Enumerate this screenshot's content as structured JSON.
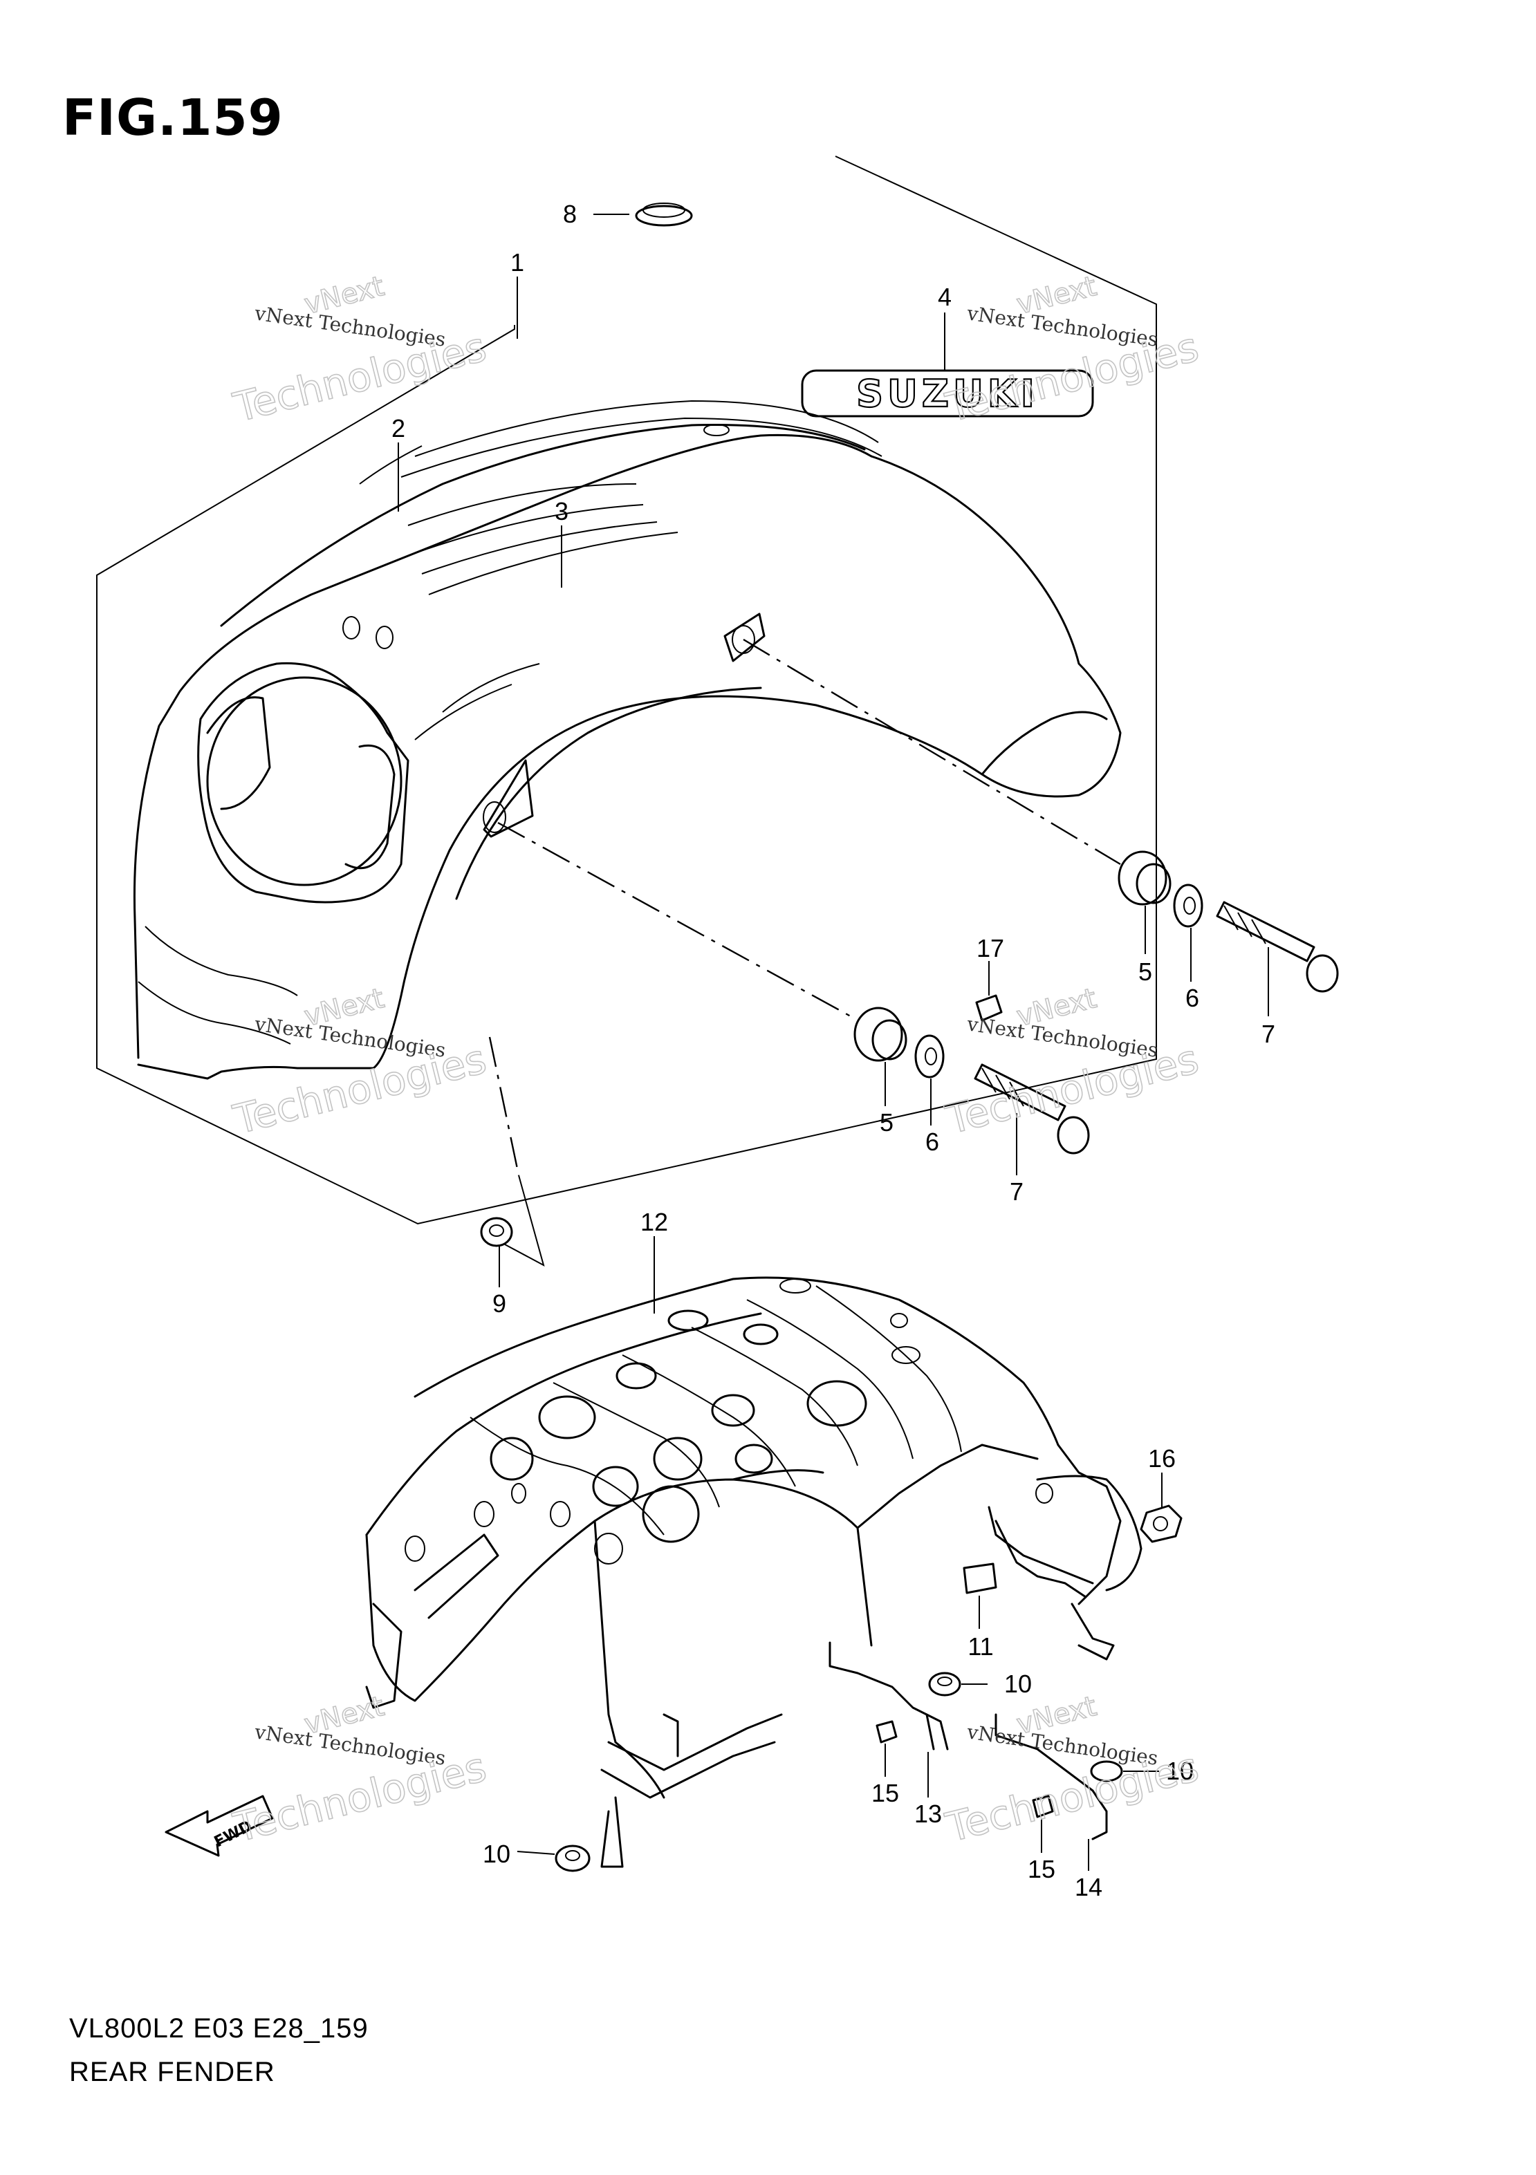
{
  "figure": {
    "title": "FIG.159",
    "code": "VL800L2 E03 E28_159",
    "name": "REAR FENDER"
  },
  "emblem_text": "SUZUKI",
  "fwd_label": "FWD",
  "watermark": {
    "line1": "vNext Technologies",
    "line2": "Technologies",
    "line3": "vNext"
  },
  "callouts": [
    {
      "id": "c8",
      "label": "8"
    },
    {
      "id": "c1",
      "label": "1"
    },
    {
      "id": "c4",
      "label": "4"
    },
    {
      "id": "c2",
      "label": "2"
    },
    {
      "id": "c3",
      "label": "3"
    },
    {
      "id": "c5a",
      "label": "5"
    },
    {
      "id": "c6a",
      "label": "6"
    },
    {
      "id": "c7a",
      "label": "7"
    },
    {
      "id": "c17",
      "label": "17"
    },
    {
      "id": "c5b",
      "label": "5"
    },
    {
      "id": "c6b",
      "label": "6"
    },
    {
      "id": "c7b",
      "label": "7"
    },
    {
      "id": "c9",
      "label": "9"
    },
    {
      "id": "c12",
      "label": "12"
    },
    {
      "id": "c16",
      "label": "16"
    },
    {
      "id": "c11",
      "label": "11"
    },
    {
      "id": "c10a",
      "label": "10"
    },
    {
      "id": "c10b",
      "label": "10"
    },
    {
      "id": "c15a",
      "label": "15"
    },
    {
      "id": "c13",
      "label": "13"
    },
    {
      "id": "c15b",
      "label": "15"
    },
    {
      "id": "c14",
      "label": "14"
    },
    {
      "id": "c10c",
      "label": "10"
    }
  ]
}
